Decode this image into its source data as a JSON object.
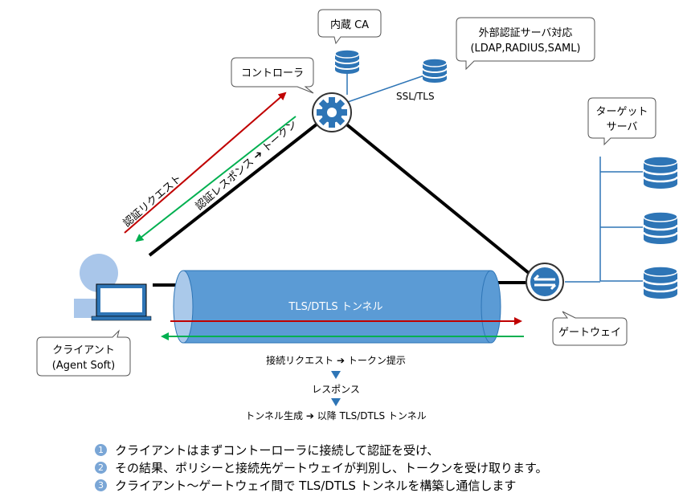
{
  "labels": {
    "internal_ca": "内蔵 CA",
    "external_auth_line1": "外部認証サーバ対応",
    "external_auth_line2": "(LDAP,RADIUS,SAML)",
    "controller": "コントローラ",
    "ssl_tls": "SSL/TLS",
    "target_line1": "ターゲット",
    "target_line2": "サーバ",
    "auth_request": "認証リクエスト",
    "auth_response_a": "認証レスポンス",
    "auth_response_b": "トークン",
    "tunnel": "TLS/DTLS トンネル",
    "gateway": "ゲートウェイ",
    "client_line1": "クライアント",
    "client_line2": "(Agent Soft)",
    "flow_1a": "接続リクエスト",
    "flow_1b": "トークン提示",
    "flow_2": "レスポンス",
    "flow_3a": "トンネル生成",
    "flow_3b": "以降 TLS/DTLS トンネル"
  },
  "steps": [
    {
      "num": "1",
      "text": "クライアントはまずコントーローラに接続して認証を受け、"
    },
    {
      "num": "2",
      "text": "その結果、ポリシーと接続先ゲートウェイが判別し、トークンを受け取ります。"
    },
    {
      "num": "3",
      "text": "クライアント～ゲートウェイ間で TLS/DTLS トンネルを構築し通信します"
    }
  ],
  "colors": {
    "blue": "#2e75b6",
    "tunnel": "#5b9bd5",
    "red": "#c00000",
    "green": "#00b050",
    "person": "#a9c6ea",
    "step_badge": "#7aa6d6"
  }
}
